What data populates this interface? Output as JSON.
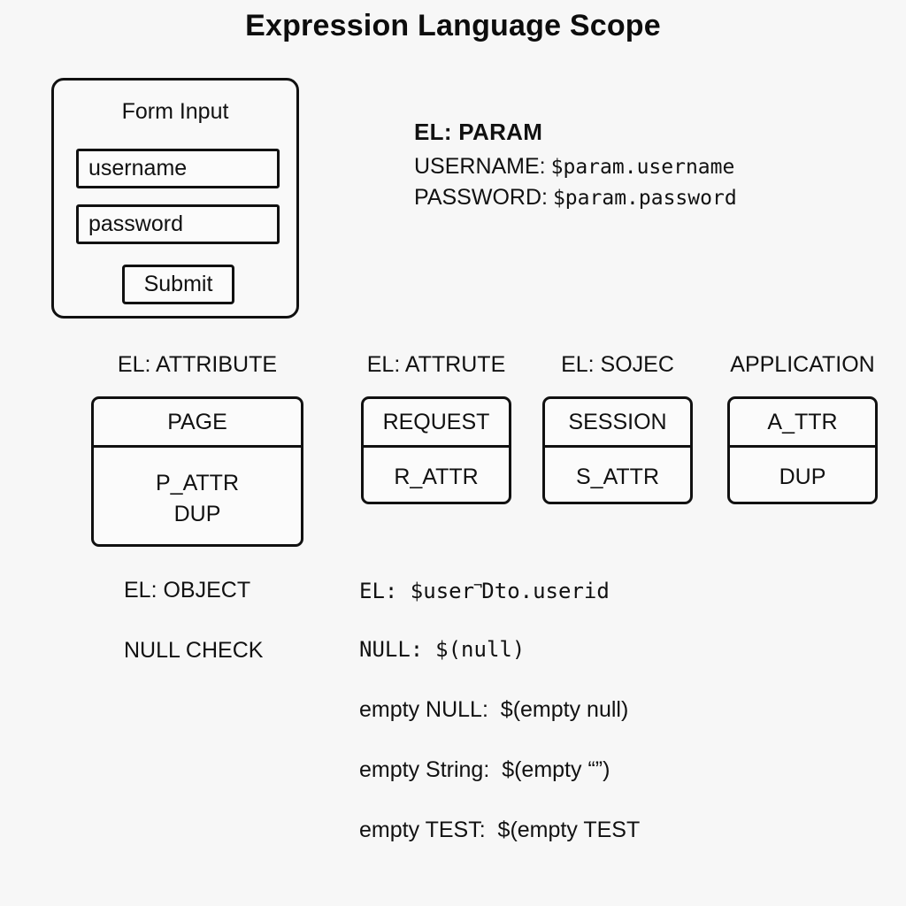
{
  "title": "Expression Language Scope",
  "form": {
    "heading": "Form Input",
    "username_value": "username",
    "username_placeholder": "username",
    "password_value": "password",
    "password_placeholder": "password",
    "submit_label": "Submit"
  },
  "param_block": {
    "title": "EL: PARAM",
    "rows": [
      {
        "label": "USERNAME:",
        "expr": "$param.username"
      },
      {
        "label": "PASSWORD:",
        "expr": "$param.password"
      }
    ]
  },
  "scopes": [
    {
      "header": "EL: ATTRIBUTE",
      "top": "PAGE",
      "bottom": [
        "P_ATTR",
        "DUP"
      ]
    },
    {
      "header": "EL: ATTRUTE",
      "top": "REQUEST",
      "bottom": [
        "R_ATTR"
      ]
    },
    {
      "header": "EL: SOJEC",
      "top": "SESSION",
      "bottom": [
        "S_ATTR"
      ]
    },
    {
      "header": "APPLICATION",
      "top": "A_TTR",
      "bottom": [
        "DUP"
      ]
    }
  ],
  "bottom_left": {
    "object_label": "EL: OBJECT",
    "null_check_label": "NULL CHECK"
  },
  "expressions": {
    "userdto": {
      "prefix": "EL: $user",
      "tick": "¬",
      "suffix": "Dto.userid"
    },
    "null": {
      "label": "NULL:",
      "expr": "$(null)"
    },
    "empty_null": {
      "label": "empty NULL:",
      "expr": "$(empty null)"
    },
    "empty_string": {
      "label": "empty String:",
      "expr": "$(empty “”)"
    },
    "empty_test": {
      "label": "empty TEST:",
      "expr": "$(empty TEST"
    }
  },
  "colors": {
    "background": "#f7f7f7",
    "stroke": "#111111",
    "text": "#111111"
  }
}
